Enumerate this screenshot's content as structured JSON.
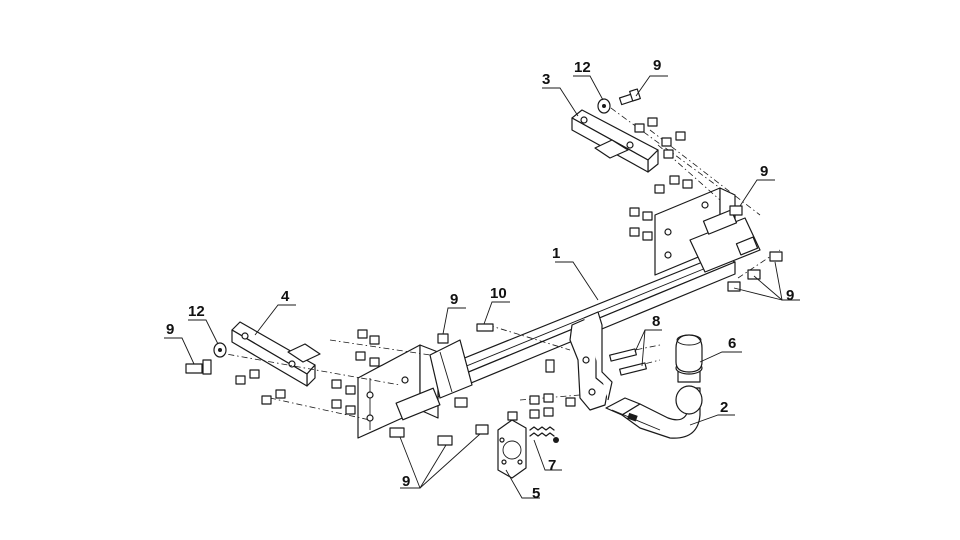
{
  "callouts": {
    "c1": "1",
    "c2": "2",
    "c3": "3",
    "c4": "4",
    "c5": "5",
    "c6": "6",
    "c7": "7",
    "c8": "8",
    "c9a": "9",
    "c9b": "9",
    "c9c": "9",
    "c9d": "9",
    "c9e": "9",
    "c9f": "9",
    "c10": "10",
    "c12a": "12",
    "c12b": "12"
  }
}
